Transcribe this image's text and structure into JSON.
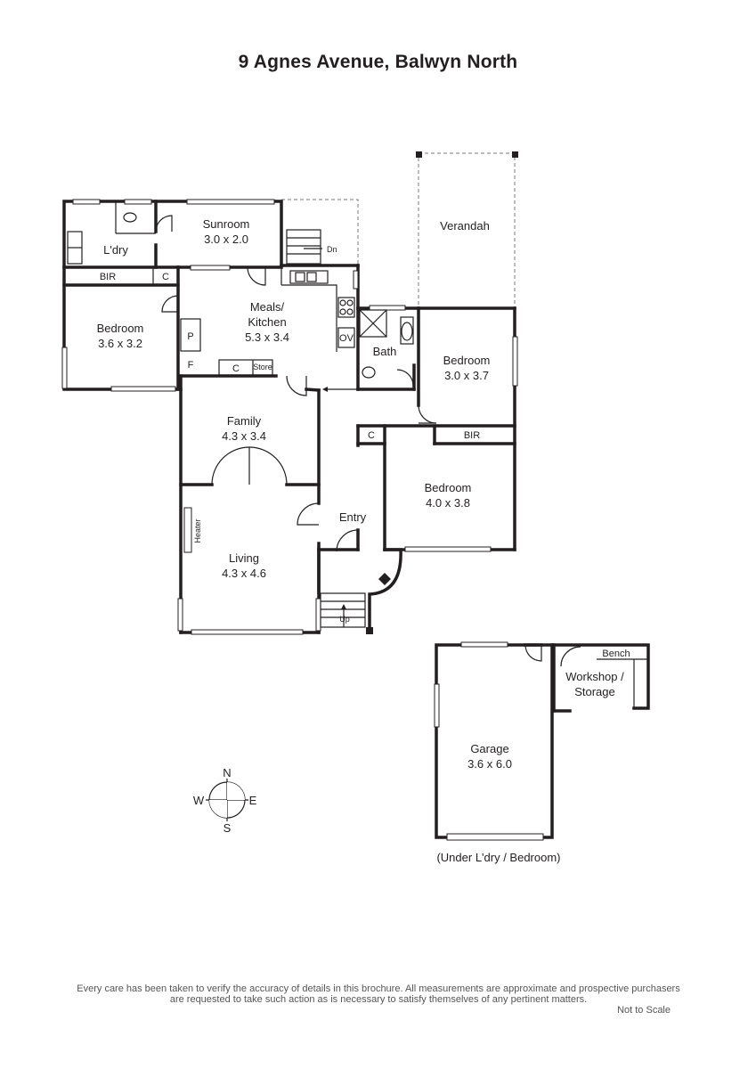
{
  "title": "9 Agnes Avenue, Balwyn North",
  "rooms": {
    "sunroom": {
      "name": "Sunroom",
      "size": "3.0 x 2.0"
    },
    "laundry": {
      "name": "L'dry"
    },
    "bir_left": {
      "name": "BIR"
    },
    "cupboard_left": {
      "name": "C"
    },
    "bedroom_left": {
      "name": "Bedroom",
      "size": "3.6 x 3.2"
    },
    "meals_kitchen": {
      "name": "Meals/",
      "name2": "Kitchen",
      "size": "5.3 x 3.4"
    },
    "pantry": {
      "name": "P"
    },
    "fridge": {
      "name": "F"
    },
    "cupboard_kitchen": {
      "name": "C"
    },
    "store": {
      "name": "Store"
    },
    "oven": {
      "name": "OV"
    },
    "bath": {
      "name": "Bath"
    },
    "verandah": {
      "name": "Verandah"
    },
    "bedroom_right": {
      "name": "Bedroom",
      "size": "3.0 x 3.7"
    },
    "cupboard_right": {
      "name": "C"
    },
    "bir_right": {
      "name": "BIR"
    },
    "bedroom_main": {
      "name": "Bedroom",
      "size": "4.0 x 3.8"
    },
    "family": {
      "name": "Family",
      "size": "4.3 x 3.4"
    },
    "entry": {
      "name": "Entry"
    },
    "living": {
      "name": "Living",
      "size": "4.3 x 4.6"
    },
    "heater": {
      "name": "Heater"
    },
    "garage": {
      "name": "Garage",
      "size": "3.6 x 6.0"
    },
    "workshop": {
      "name": "Workshop /",
      "name2": "Storage"
    },
    "bench": {
      "name": "Bench"
    }
  },
  "stairs": {
    "down": "Dn",
    "up": "Up"
  },
  "compass": {
    "n": "N",
    "s": "S",
    "e": "E",
    "w": "W"
  },
  "garage_note": "(Under L'dry / Bedroom)",
  "disclaimer_line1": "Every care has been taken to verify the accuracy of details in this brochure. All measurements are approximate and prospective purchasers",
  "disclaimer_line2": "are requested to take such action as is necessary to satisfy themselves of any pertinent matters.",
  "not_to_scale": "Not to Scale"
}
